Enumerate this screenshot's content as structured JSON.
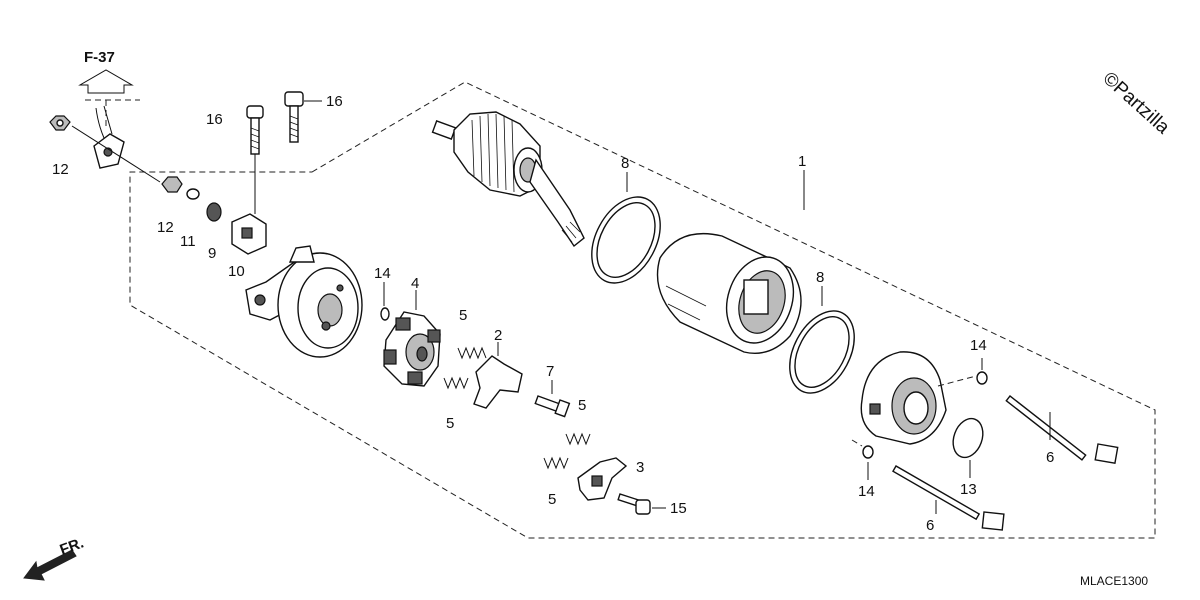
{
  "diagram": {
    "reference": "F-37",
    "direction": "FR.",
    "drawing_code": "MLACE1300",
    "copyright": "©Partzilla",
    "callouts": [
      {
        "id": "c1",
        "label": "1"
      },
      {
        "id": "c2",
        "label": "2"
      },
      {
        "id": "c3",
        "label": "3"
      },
      {
        "id": "c4",
        "label": "4"
      },
      {
        "id": "c5a",
        "label": "5"
      },
      {
        "id": "c5b",
        "label": "5"
      },
      {
        "id": "c5c",
        "label": "5"
      },
      {
        "id": "c5d",
        "label": "5"
      },
      {
        "id": "c6a",
        "label": "6"
      },
      {
        "id": "c6b",
        "label": "6"
      },
      {
        "id": "c7",
        "label": "7"
      },
      {
        "id": "c8a",
        "label": "8"
      },
      {
        "id": "c8b",
        "label": "8"
      },
      {
        "id": "c9",
        "label": "9"
      },
      {
        "id": "c10",
        "label": "10"
      },
      {
        "id": "c11",
        "label": "11"
      },
      {
        "id": "c12a",
        "label": "12"
      },
      {
        "id": "c12b",
        "label": "12"
      },
      {
        "id": "c13",
        "label": "13"
      },
      {
        "id": "c14a",
        "label": "14"
      },
      {
        "id": "c14b",
        "label": "14"
      },
      {
        "id": "c14c",
        "label": "14"
      },
      {
        "id": "c15",
        "label": "15"
      },
      {
        "id": "c16a",
        "label": "16"
      },
      {
        "id": "c16b",
        "label": "16"
      }
    ]
  }
}
